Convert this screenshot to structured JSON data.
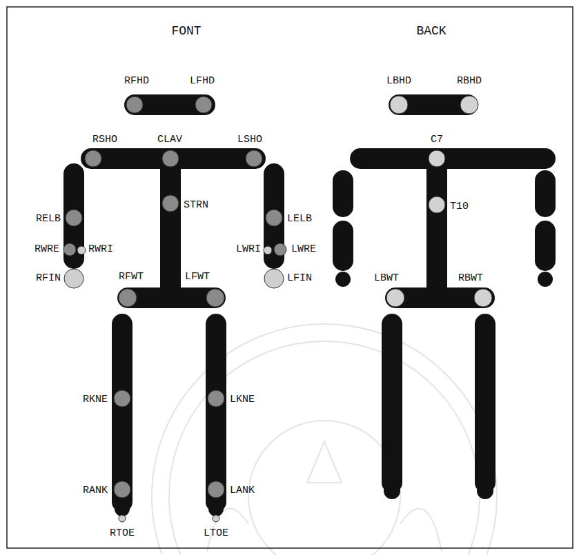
{
  "diagram": {
    "labels": [
      "FONT",
      "BACK",
      "RFHD",
      "LFHD",
      "RSHO",
      "CLAV",
      "LSHO",
      "STRN",
      "RELB",
      "LELB",
      "RWRE",
      "RWRI",
      "LWRI",
      "LWRE",
      "RFIN",
      "LFIN",
      "RFWT",
      "LFWT",
      "RKNE",
      "LKNE",
      "RANK",
      "LANK",
      "RTOE",
      "LTOE",
      "LBHD",
      "RBHD",
      "C7",
      "T10",
      "LBWT",
      "RBWT"
    ]
  }
}
